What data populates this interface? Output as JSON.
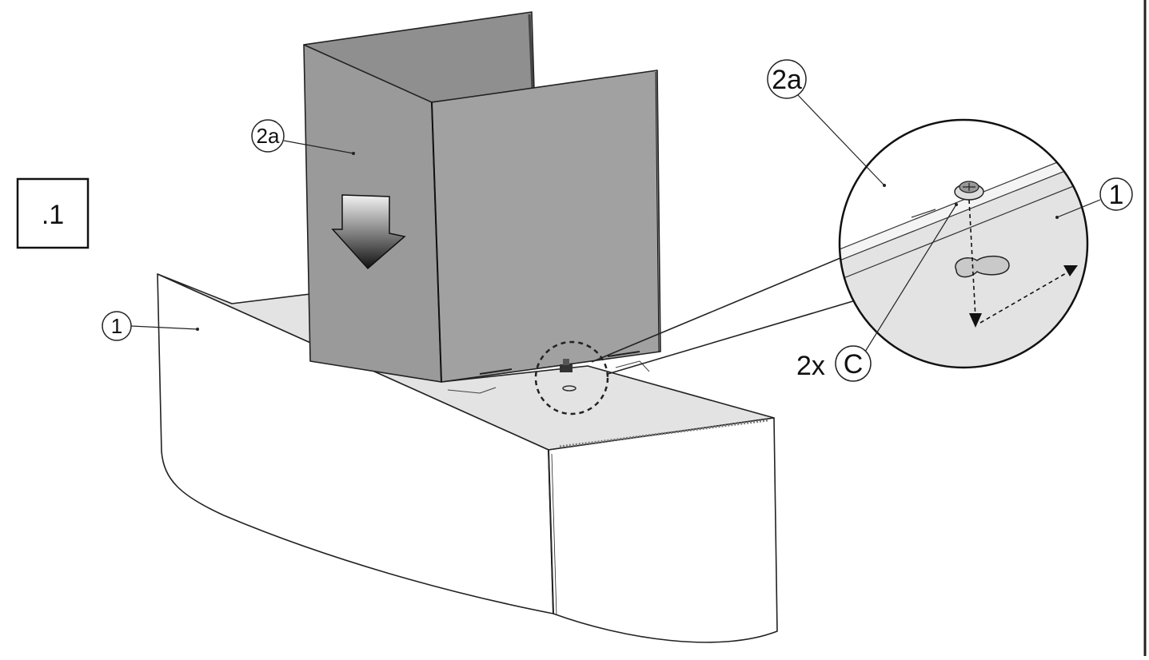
{
  "step_label": ".1",
  "callouts": {
    "duct_main": "2a",
    "hood_main": "1",
    "duct_zoom": "2a",
    "hood_zoom": "1",
    "screw_qty": "2x",
    "screw_ref": "C"
  },
  "colors": {
    "duct_fill": "#9c9c9c",
    "duct_dark": "#8d8d8d",
    "hood_top": "#e2e2e2",
    "hood_face": "#ffffff",
    "line": "#1a1a1a"
  }
}
